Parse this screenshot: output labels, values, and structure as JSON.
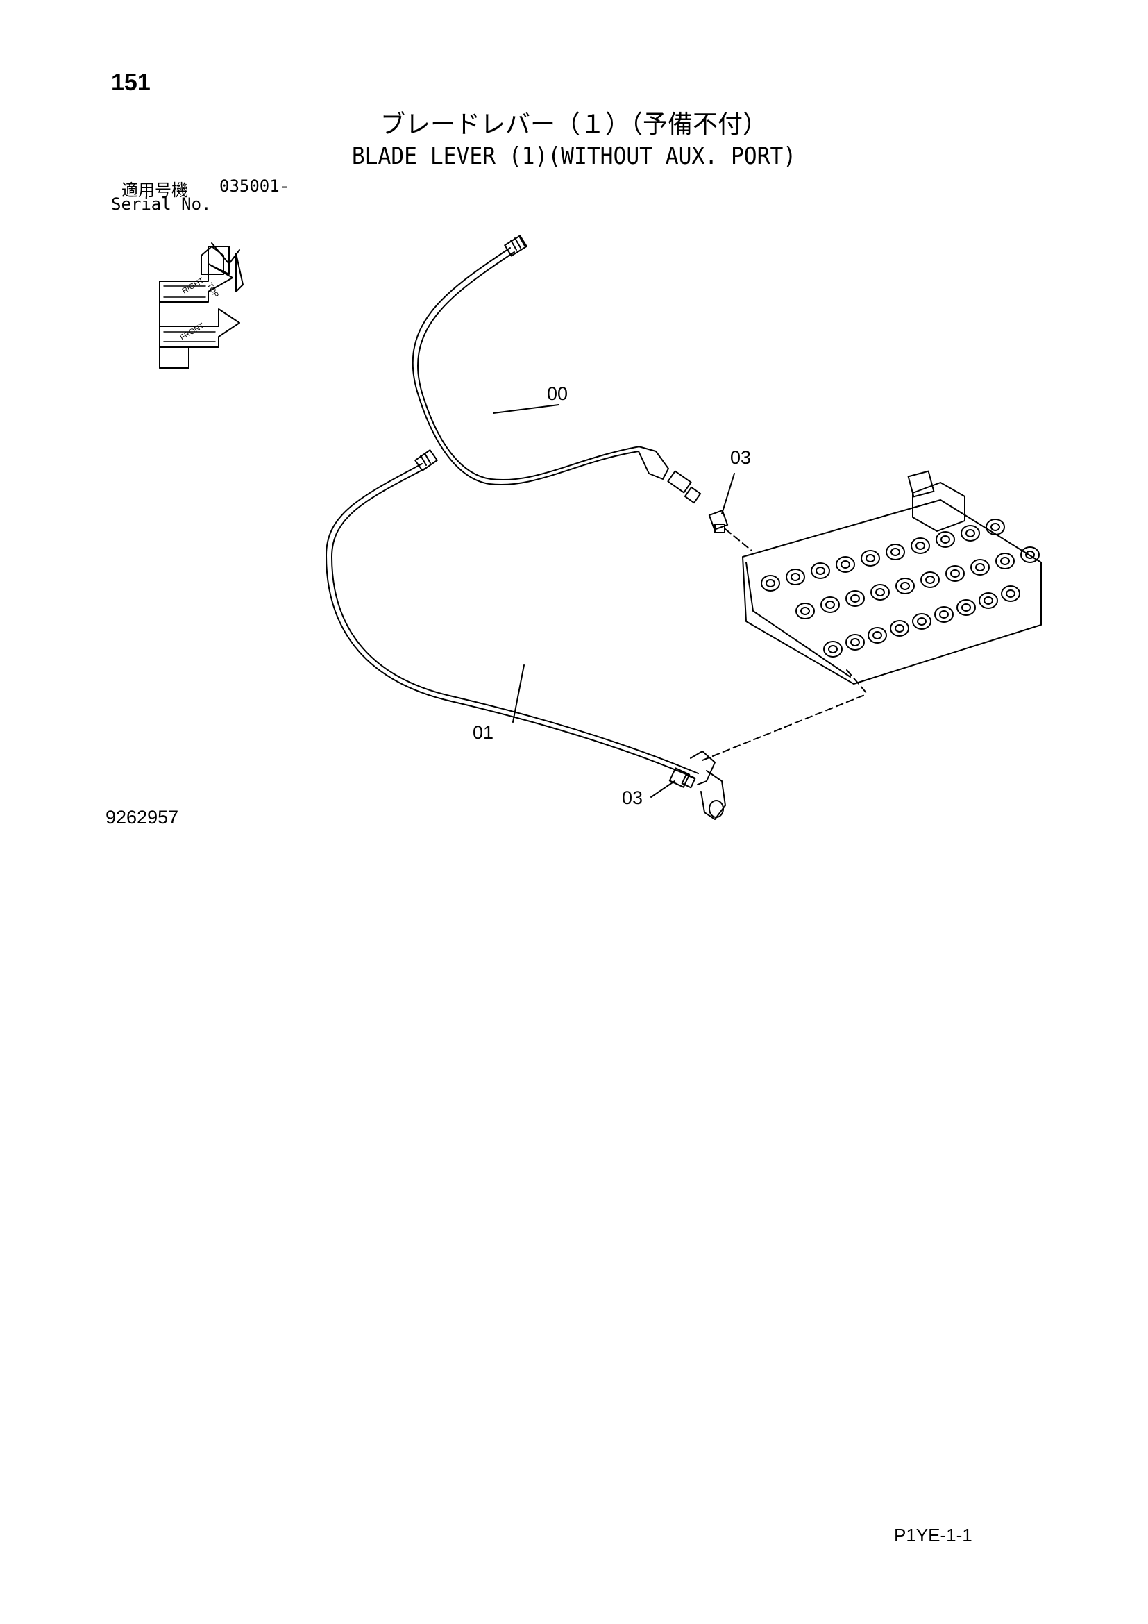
{
  "page_number": "151",
  "title_jp": "ブレードレバー（１）（予備不付）",
  "title_en": "BLADE LEVER (1)(WITHOUT AUX. PORT)",
  "serial": {
    "label_jp": "適用号機",
    "range": "035001-",
    "label_en": "Serial No."
  },
  "orientation_marker": {
    "labels": [
      "TOP",
      "RIGHT",
      "FRONT"
    ]
  },
  "callouts": {
    "hose_00": "00",
    "hose_01": "01",
    "fitting_03_upper": "03",
    "fitting_03_lower": "03"
  },
  "drawing_number": "9262957",
  "sheet_code": "P1YE-1-1"
}
